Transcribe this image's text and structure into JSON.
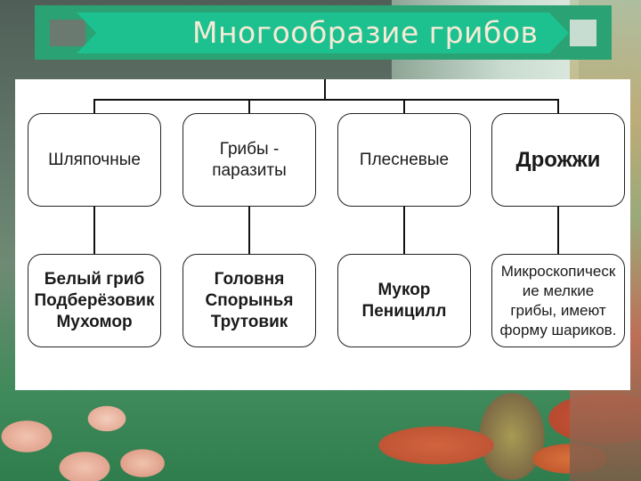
{
  "slide": {
    "title": "Многообразие грибов",
    "colors": {
      "banner_outer": "#2aa273",
      "banner_inner": "#1dc08f",
      "title_text": "#f6ebd6",
      "panel": "#ffffff",
      "lines": "#111111"
    }
  },
  "diagram": {
    "root_connector": true,
    "categories": [
      {
        "label": "Шляпочные",
        "examples": "Белый гриб\nПодберёзовик\nМухомор"
      },
      {
        "label": "Грибы -\nпаразиты",
        "examples": "Головня\nСпорынья\nТрутовик"
      },
      {
        "label": "Плесневые",
        "examples": "Мукор\nПеницилл"
      },
      {
        "label": "Дрожжи",
        "examples": "Микроскопическ\nие мелкие\nгрибы, имеют\nформу шариков."
      }
    ]
  }
}
